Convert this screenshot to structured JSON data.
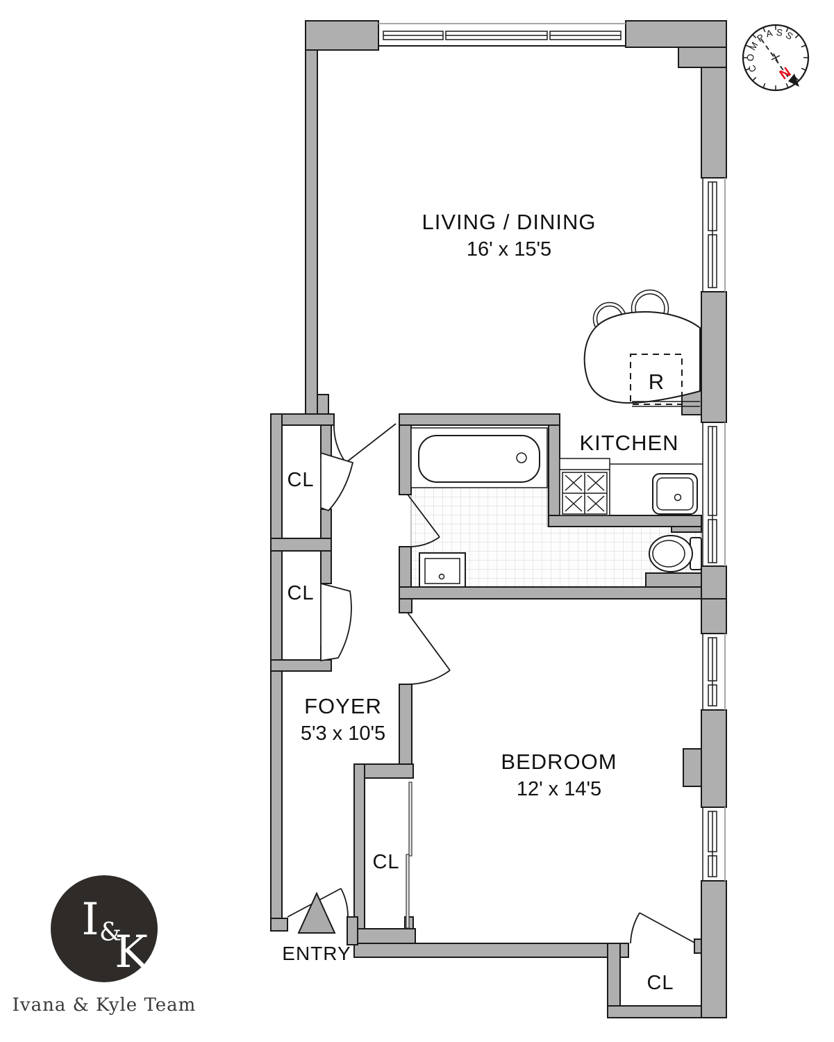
{
  "rooms": {
    "living": {
      "label": "LIVING / DINING",
      "dims": "16' x 15'5"
    },
    "kitchen": {
      "label": "KITCHEN"
    },
    "foyer": {
      "label": "FOYER",
      "dims": "5'3 x 10'5"
    },
    "bedroom": {
      "label": "BEDROOM",
      "dims": "12' x 14'5"
    },
    "entry_label": "ENTRY"
  },
  "closets": {
    "upper_left": "CL",
    "lower_left": "CL",
    "bedroom": "CL",
    "bedroom_corner": "CL"
  },
  "appliances": {
    "refrigerator": "R"
  },
  "compass": {
    "label": "COMPASS",
    "north": "N",
    "north_color": "#e8101c"
  },
  "branding": {
    "monogram": {
      "i": "I",
      "amp": "&",
      "k": "K"
    },
    "team_name": "Ivana & Kyle Team"
  },
  "colors": {
    "wall": "#afafaf",
    "line": "#1a1a1a",
    "north": "#e8101c",
    "logo_bg": "#2e2b28"
  }
}
